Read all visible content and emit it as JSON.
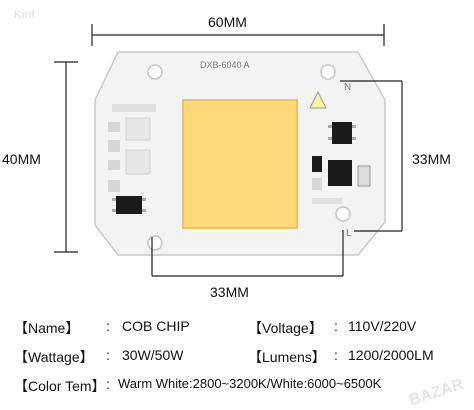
{
  "watermark": "Kiril",
  "watermark_corner": "BAZAR",
  "dimensions": {
    "top_width": "60MM",
    "left_height": "40MM",
    "right_height": "33MM",
    "bottom_width": "33MM"
  },
  "board": {
    "part_code": "DXB-6040 A",
    "pin_n": "N",
    "pin_l": "L",
    "pcb_color": "#f2f2f2",
    "led_color": "#ffd978",
    "chip_color": "#1a1a1a"
  },
  "specs": {
    "name": {
      "key": "【Name】",
      "value": "COB CHIP"
    },
    "voltage": {
      "key": "【Voltage】",
      "value": "110V/220V"
    },
    "wattage": {
      "key": "【Wattage】",
      "value": "30W/50W"
    },
    "lumens": {
      "key": "【Lumens】",
      "value": "1200/2000LM"
    },
    "color_tem": {
      "key": "【Color Tem】",
      "value": "Warm White:2800~3200K/White:6000~6500K"
    },
    "colon": ":"
  }
}
